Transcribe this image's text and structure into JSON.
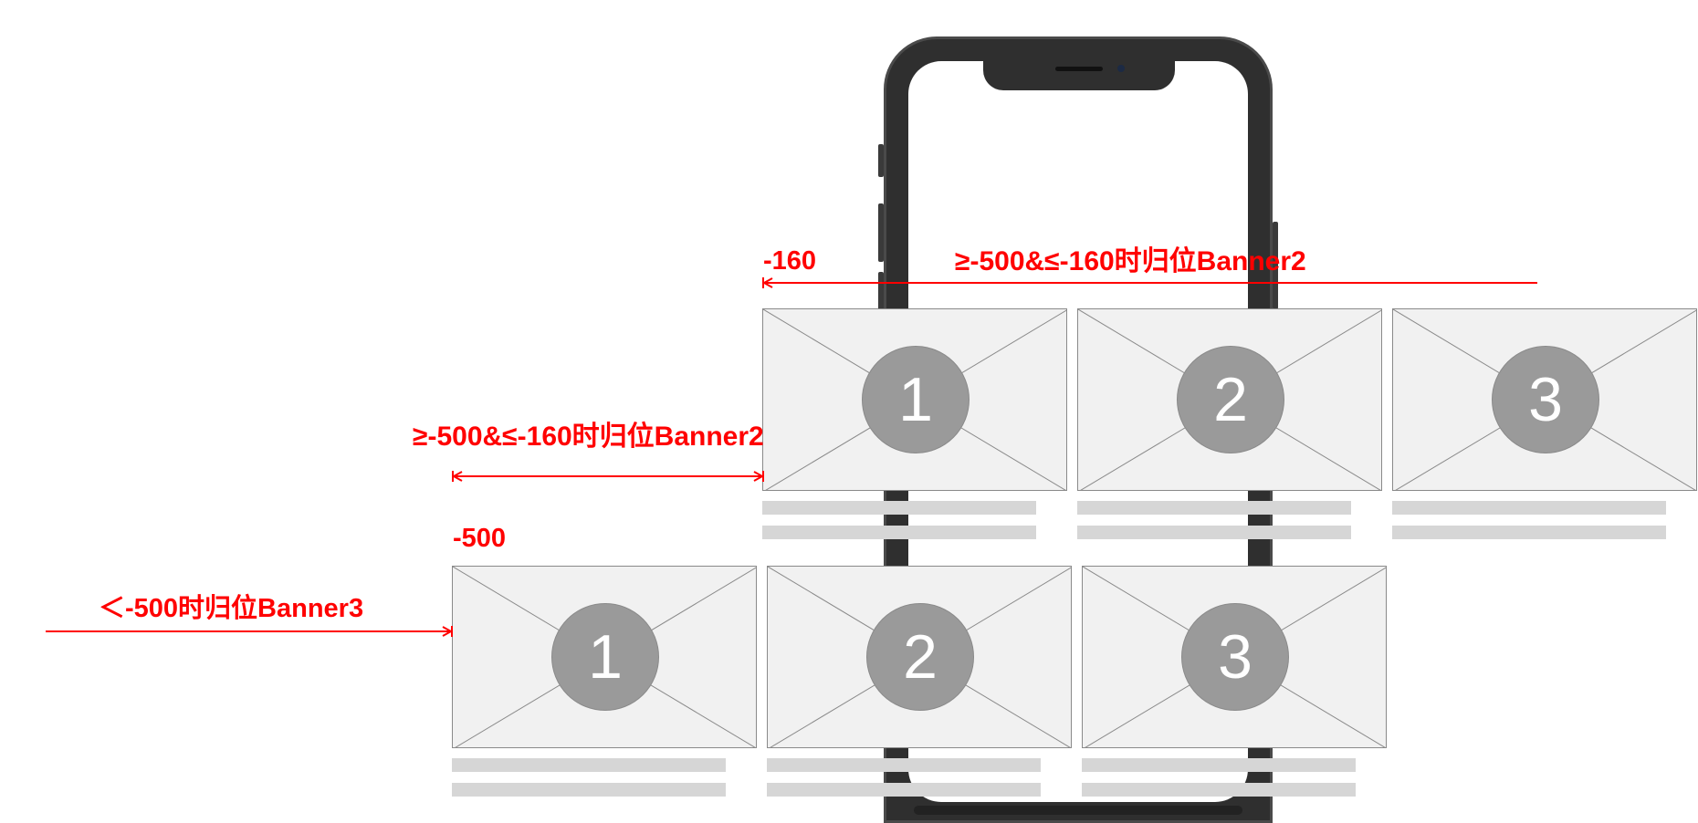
{
  "annotations": {
    "top_offset": "-160",
    "top_rule": "≥-500&≤-160时归位Banner2",
    "middle_rule": "≥-500&≤-160时归位Banner2",
    "bottom_offset": "-500",
    "left_rule": "＜-500时归位Banner3"
  },
  "rows": [
    {
      "name": "top-row",
      "cards": [
        {
          "number": "1"
        },
        {
          "number": "2"
        },
        {
          "number": "3"
        }
      ]
    },
    {
      "name": "bottom-row",
      "cards": [
        {
          "number": "1"
        },
        {
          "number": "2"
        },
        {
          "number": "3"
        }
      ]
    }
  ],
  "colors": {
    "annotation": "#ff0000",
    "placeholder_fill": "#f1f1f1",
    "badge": "#9a9a9a",
    "text_line": "#d6d6d6",
    "phone_frame": "#2f2f2f"
  },
  "icons": {
    "placeholder": "image-placeholder-icon",
    "device": "phone-mockup"
  }
}
